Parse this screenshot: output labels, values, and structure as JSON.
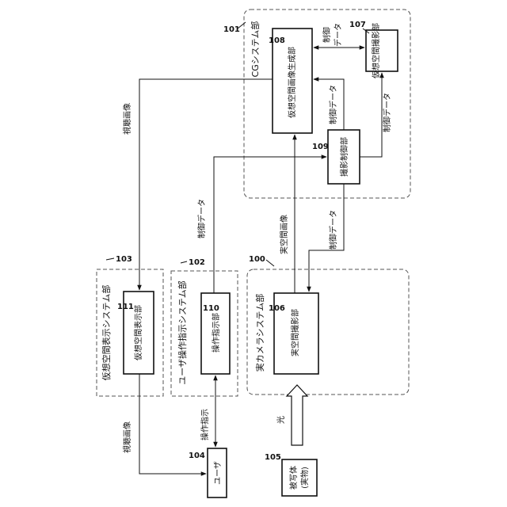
{
  "blocks": {
    "cg_system": {
      "number": "101",
      "label": "CGシステム部"
    },
    "image_gen": {
      "number": "108",
      "label": "仮想空間画像生成部"
    },
    "virtual_cam": {
      "number": "107",
      "label": "仮想空間撮影部"
    },
    "cam_control": {
      "number": "109",
      "label": "撮影制御部"
    },
    "real_cam_system": {
      "number": "100",
      "label": "実カメラシステム部"
    },
    "real_cam": {
      "number": "106",
      "label": "実空間撮影部"
    },
    "op_system": {
      "number": "102",
      "label": "ユーザ操作指示システム部"
    },
    "op_unit": {
      "number": "110",
      "label": "操作指示部"
    },
    "disp_system": {
      "number": "103",
      "label": "仮想空間表示システム部"
    },
    "disp_unit": {
      "number": "111",
      "label": "仮想空間表示部"
    },
    "user": {
      "number": "104",
      "label": "ユーザ"
    },
    "subject": {
      "number": "105",
      "label_line1": "被写体",
      "label_line2": "(実物)"
    }
  },
  "signals": {
    "control_data": "制御データ",
    "control_data_split_1": "制御",
    "control_data_split_2": "データ",
    "viewing_image": "視聴画像",
    "real_image": "実空間画像",
    "operation": "操作指示",
    "light": "光"
  }
}
